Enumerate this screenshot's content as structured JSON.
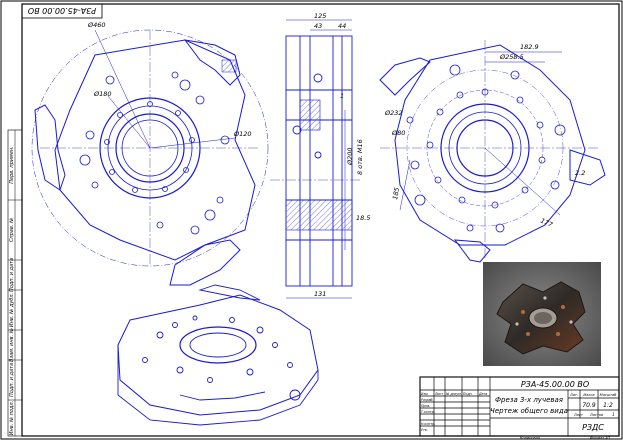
{
  "drawing": {
    "code_top": "РЗА-45.00.00 ВО",
    "code_stamp": "РЗА-45.00.00 ВО",
    "title_line1": "Фреза 3-х лучевая",
    "title_line2": "Чертеж общего вида",
    "stamp_header": [
      "Лит.",
      "Масса",
      "Масштаб"
    ],
    "mass": "70.9",
    "scale": "1:2",
    "sheet_label": "Лист",
    "sheets_label": "Листов",
    "sheets_count": "1",
    "org": "РЗДС",
    "rows": [
      "Изм.",
      "Лист",
      "№ докум.",
      "Подп.",
      "Дата",
      "Разраб.",
      "Пров.",
      "Т.контр.",
      "Н.контр.",
      "Утв."
    ],
    "footer": [
      "Копировал",
      "Формат А3"
    ],
    "left_strip": [
      "Перв. примен.",
      "Справ. №",
      "Подп. и дата",
      "Инв. № дубл.",
      "Взам. инв. №",
      "Подп. и дата",
      "Инв. № подл."
    ]
  },
  "dimensions": {
    "front": {
      "d460": "Ø460",
      "d180": "Ø180",
      "d120": "Ø120"
    },
    "side": {
      "w125": "125",
      "w43": "43",
      "w44": "44",
      "w1": "1",
      "w131": "131",
      "w185": "18.5",
      "d200": "Ø200",
      "bolt": "8 отв. M16"
    },
    "rear": {
      "r1829": "182.9",
      "d2585": "Ø258.5",
      "d232": "Ø232",
      "d80": "Ø80",
      "w177": "177",
      "w185": "185",
      "w22": "2.2"
    }
  },
  "colors": {
    "line": "#1a1ad6",
    "frame": "#000000"
  }
}
